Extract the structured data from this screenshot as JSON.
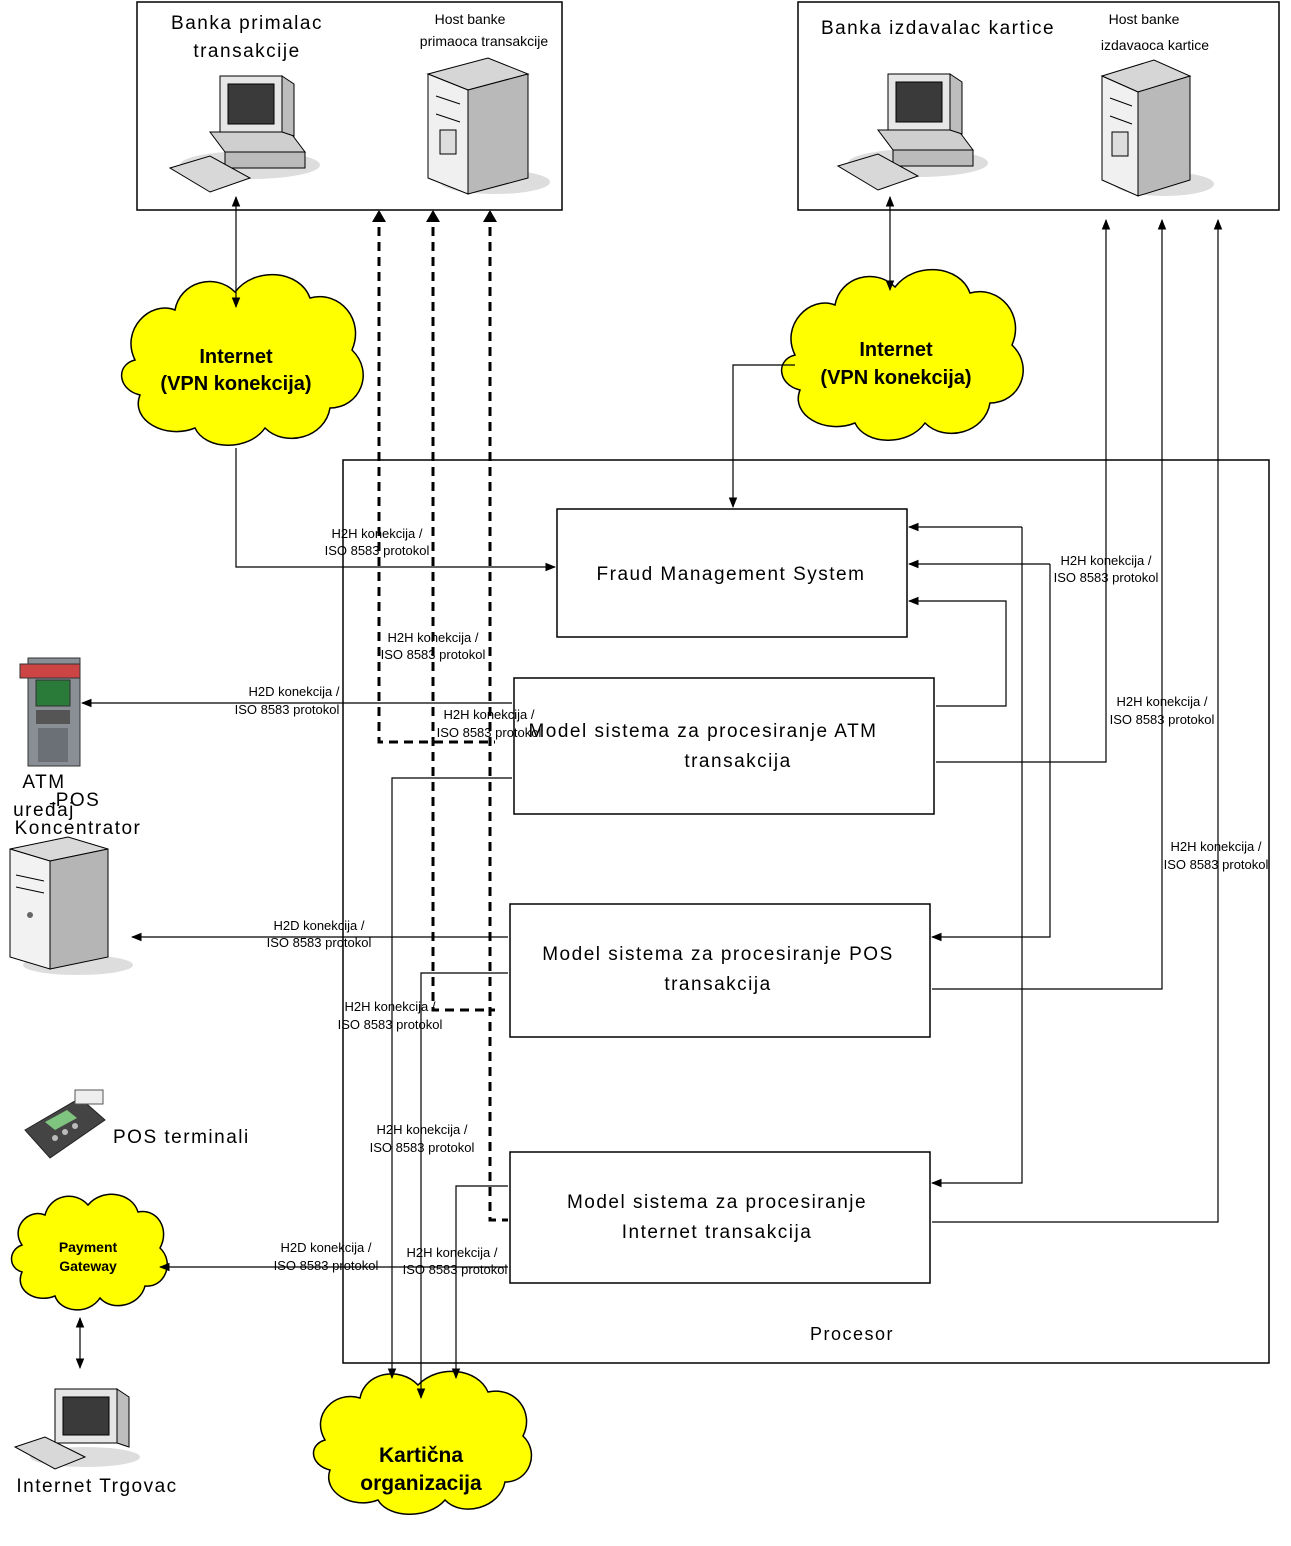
{
  "banks": {
    "acquirer": {
      "title_line1": "Banka primalac",
      "title_line2": "transakcije",
      "host_line1": "Host banke",
      "host_line2": "primaoca transakcije"
    },
    "issuer": {
      "title": "Banka izdavalac kartice",
      "host_line1": "Host banke",
      "host_line2": "izdavaoca kartice"
    }
  },
  "clouds": {
    "internet_left": {
      "line1": "Internet",
      "line2": "(VPN konekcija)"
    },
    "internet_right": {
      "line1": "Internet",
      "line2": "(VPN konekcija)"
    },
    "payment_gateway": {
      "line1": "Payment",
      "line2": "Gateway"
    },
    "card_org": {
      "line1": "Kartična",
      "line2": "organizacija"
    }
  },
  "systems": {
    "fraud": "Fraud Management System",
    "atm_line1": "Model sistema za procesiranje ATM",
    "atm_line2": "transakcija",
    "pos_line1": "Model sistema za procesiranje POS",
    "pos_line2": "transakcija",
    "internet_line1": "Model sistema za procesiranje",
    "internet_line2": "Internet transakcija"
  },
  "processor_label": "Procesor",
  "devices": {
    "atm_line1": "ATM",
    "atm_line2": "uređaj",
    "pos_concentrator_line1": "POS",
    "pos_concentrator_line2": "Koncentrator",
    "pos_terminals": "POS terminali",
    "internet_merchant": "Internet Trgovac"
  },
  "connections": {
    "h2h_line1": "H2H konekcija /",
    "h2d_line1": "H2D konekcija /",
    "protocol_line2": "ISO 8583 protokol"
  }
}
